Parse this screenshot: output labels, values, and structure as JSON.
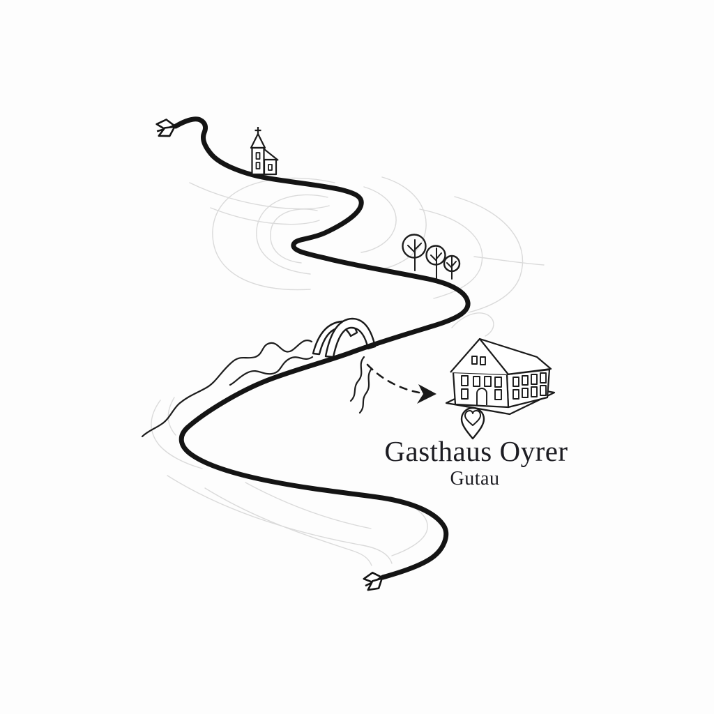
{
  "canvas": {
    "background": "#fdfdfd",
    "ink_color": "#161616",
    "contour_line_color": "#d9d9d9"
  },
  "map": {
    "title": "Gasthaus Oyrer",
    "subtitle": "Gutau",
    "style": "hand-drawn minimalist route map",
    "landmarks": [
      {
        "id": "route-start",
        "icon": "arrow-fletching-icon"
      },
      {
        "id": "church",
        "icon": "church-icon"
      },
      {
        "id": "trees",
        "icon": "tree-icon",
        "count": 3
      },
      {
        "id": "bridge",
        "icon": "arch-bridge-icon"
      },
      {
        "id": "stream",
        "icon": "stream-wave-lines"
      },
      {
        "id": "direction",
        "icon": "dashed-arrow-icon"
      },
      {
        "id": "guesthouse",
        "icon": "guesthouse-building-icon"
      },
      {
        "id": "destination",
        "icon": "heart-location-pin-icon"
      },
      {
        "id": "route-end",
        "icon": "arrow-fletching-icon"
      }
    ]
  }
}
